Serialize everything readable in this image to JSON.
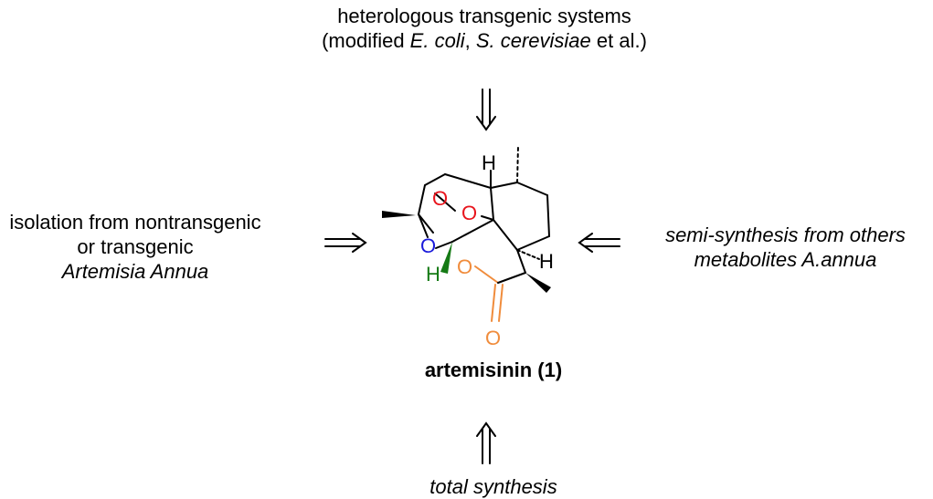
{
  "captions": {
    "top_line1": "heterologous transgenic systems",
    "top_line2_pre": "(modified ",
    "top_line2_ecoli": "E. coli",
    "top_line2_mid": ", ",
    "top_line2_scer": "S. cerevisiae",
    "top_line2_post": " et al.)",
    "left_line1": "isolation from nontransgenic",
    "left_line2": "or transgenic",
    "left_line3": "Artemisia Annua",
    "right_line1": "semi-synthesis from others",
    "right_line2": "metabolites A.annua",
    "bottom": "total synthesis"
  },
  "compound": {
    "label": "artemisinin (1)",
    "atoms": {
      "H_top": "H",
      "O_per1": "O",
      "O_per2": "O",
      "O_ring": "O",
      "H_green": "H",
      "O_lactone": "O",
      "H_right": "H",
      "O_carbonyl": "O"
    }
  },
  "colors": {
    "peroxide": "#e8141c",
    "ether_oxygen": "#1a1adb",
    "hydrogen_green": "#157a15",
    "lactone": "#f08c3c",
    "default": "#000000"
  },
  "arrows": {
    "style": "double-line retrosynthetic arrows pointing toward compound"
  }
}
